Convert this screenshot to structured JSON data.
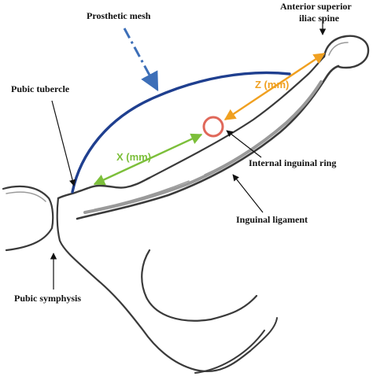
{
  "labels": {
    "prosthetic_mesh": "Prosthetic mesh",
    "anterior_superior_line1": "Anterior superior",
    "anterior_superior_line2": "iliac spine",
    "pubic_tubercle": "Pubic tubercle",
    "internal_inguinal_ring": "Internal inguinal ring",
    "inguinal_ligament": "Inguinal ligament",
    "pubic_symphysis": "Pubic symphysis",
    "x_measure": "X (mm)",
    "z_measure": "Z (mm)"
  },
  "colors": {
    "mesh": "#1f3f8f",
    "mesh_pointer": "#3d6fb8",
    "x_measure": "#7cbf3a",
    "z_measure": "#f0a020",
    "inguinal_ring": "#e0685a",
    "bone_outline": "#3a3a3a",
    "label_text": "#111111"
  }
}
